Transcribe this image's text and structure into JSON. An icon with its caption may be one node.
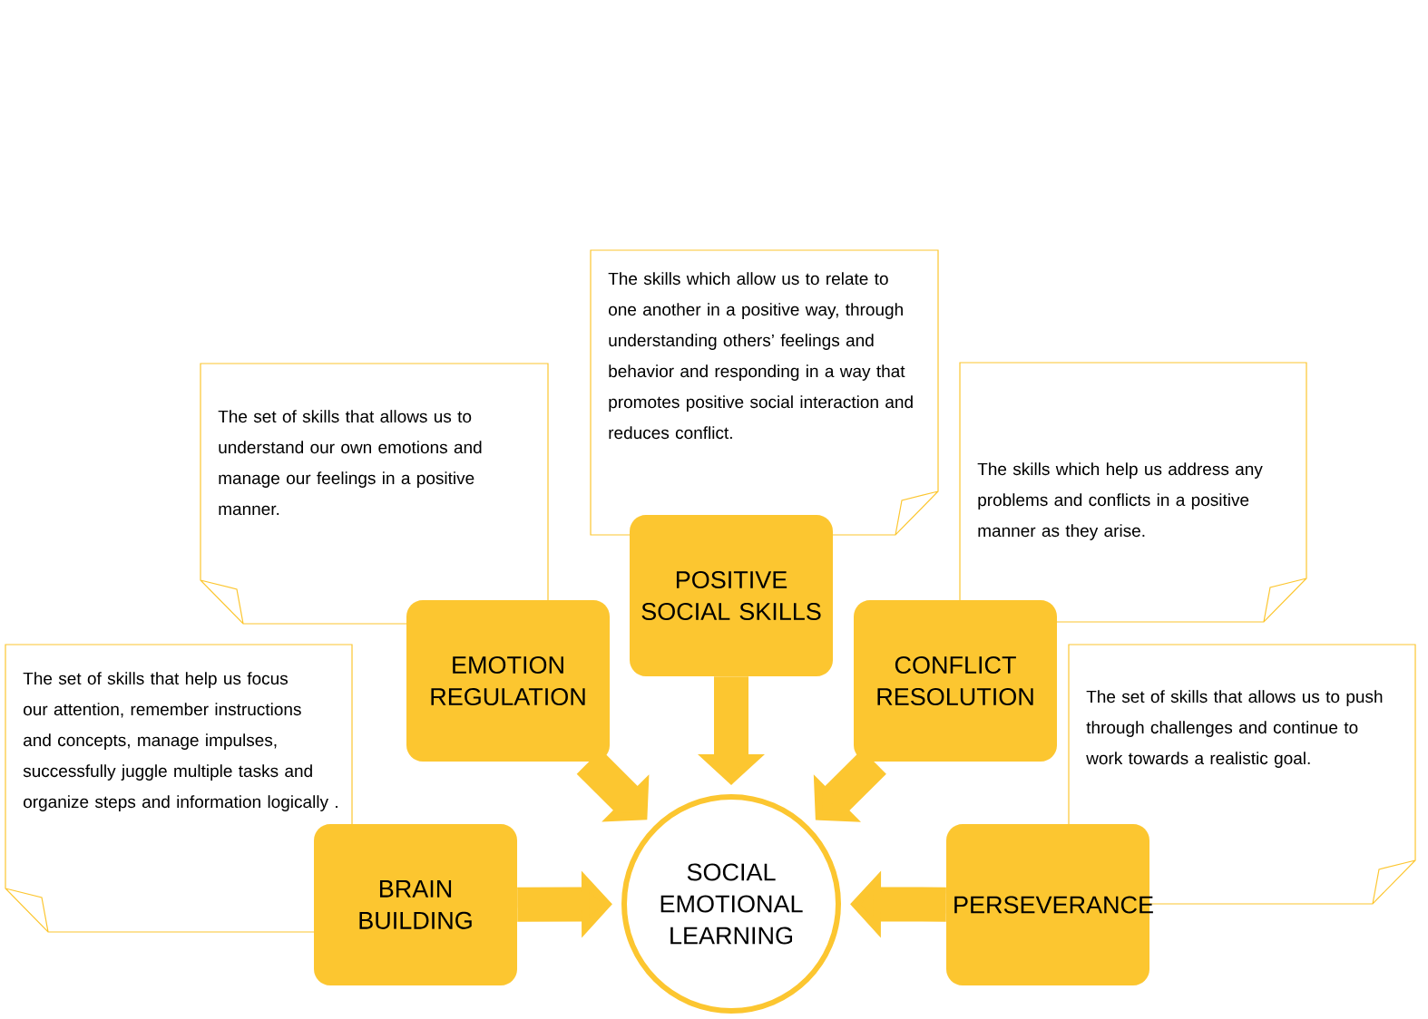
{
  "diagram": {
    "nodes": [
      {
        "text": [
          "The set of skills that allows us to understand our own emotions and manage our feelings in a positive manner."
        ]
      },
      {
        "text": [
          "The skills which allow us to relate to one another in a positive way, through understanding others’ feelings and behavior and responding in a way that promotes positive social interaction and reduces conflict."
        ]
      },
      {
        "text": [
          "The skills which help us address any problems and conflicts in a positive manner as they arise."
        ]
      },
      {
        "text": [
          "The set of skills that help us focus our attention, remember instructions and concepts,  manage impulses, successfully juggle multiple tasks and organize steps and information logically ."
        ]
      },
      {
        "text": [
          "The set of skills that allows us to push through challenges and continue to work towards a realistic goal."
        ]
      },
      {
        "text": [
          "POSITIVE SOCIAL SKILLS"
        ]
      },
      {
        "text": [
          "EMOTION REGULATION"
        ]
      },
      {
        "text": [
          "CONFLICT RESOLUTION"
        ]
      },
      {
        "text": [
          "BRAIN BUILDING"
        ]
      },
      {
        "text": [
          "PERSEVERANCE"
        ]
      },
      {
        "text": [
          "SOCIAL EMOTIONAL LEARNING"
        ]
      }
    ],
    "edges": [
      {
        "from": 5,
        "to": 10,
        "arrow": "to"
      },
      {
        "from": 6,
        "to": 10,
        "arrow": "to"
      },
      {
        "from": 7,
        "to": 10,
        "arrow": "to"
      },
      {
        "from": 8,
        "to": 10,
        "arrow": "to"
      },
      {
        "from": 9,
        "to": 10,
        "arrow": "to"
      }
    ]
  }
}
